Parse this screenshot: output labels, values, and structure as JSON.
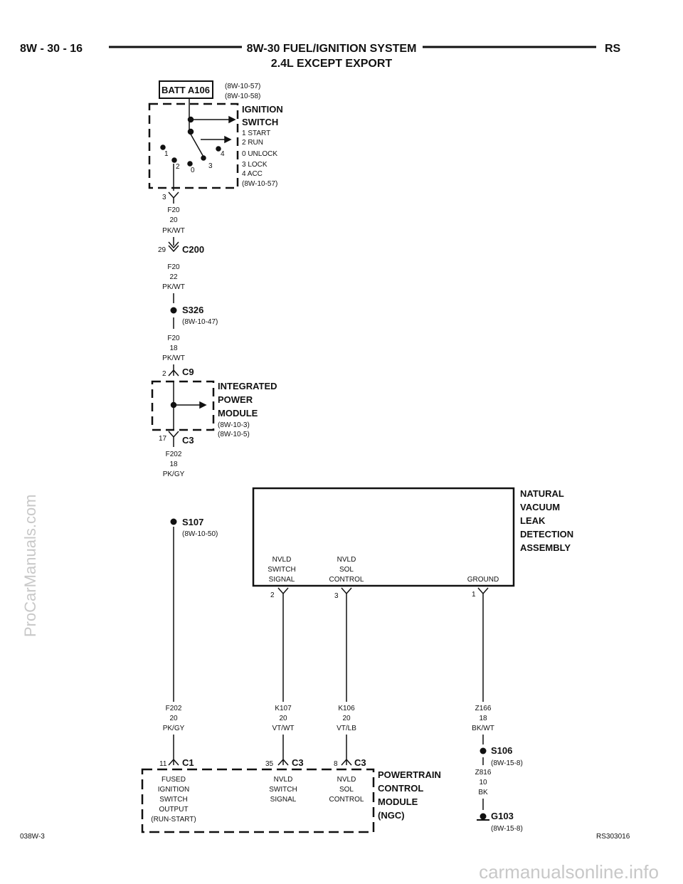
{
  "header": {
    "page_code": "8W - 30 - 16",
    "title": "8W-30 FUEL/IGNITION SYSTEM",
    "subtitle": "2.4L EXCEPT EXPORT",
    "model": "RS"
  },
  "battery": {
    "label": "BATT A106",
    "refs": [
      "(8W-10-57)",
      "(8W-10-58)"
    ]
  },
  "ignition_switch": {
    "title": [
      "IGNITION",
      "SWITCH"
    ],
    "positions": [
      "1 START",
      "2 RUN",
      "0 UNLOCK",
      "3 LOCK",
      "4 ACC"
    ],
    "ref": "(8W-10-57)",
    "pos_labels": [
      "1",
      "2",
      "0",
      "3",
      "4"
    ],
    "pin": "3"
  },
  "wire_f20_a": [
    "F20",
    "20",
    "PK/WT"
  ],
  "c200": {
    "pin": "29",
    "name": "C200"
  },
  "wire_f20_b": [
    "F20",
    "22",
    "PK/WT"
  ],
  "s326": {
    "name": "S326",
    "ref": "(8W-10-47)"
  },
  "wire_f20_c": [
    "F20",
    "18",
    "PK/WT"
  ],
  "c9": {
    "pin": "2",
    "name": "C9"
  },
  "ipm": {
    "title": [
      "INTEGRATED",
      "POWER",
      "MODULE"
    ],
    "refs": [
      "(8W-10-3)",
      "(8W-10-5)"
    ]
  },
  "c3_ipm": {
    "pin": "17",
    "name": "C3"
  },
  "wire_f202_a": [
    "F202",
    "18",
    "PK/GY"
  ],
  "s107": {
    "name": "S107",
    "ref": "(8W-10-50)"
  },
  "nvld": {
    "title": [
      "NATURAL",
      "VACUUM",
      "LEAK",
      "DETECTION",
      "ASSEMBLY"
    ],
    "switch_signal": [
      "NVLD",
      "SWITCH",
      "SIGNAL"
    ],
    "sol_control": [
      "NVLD",
      "SOL",
      "CONTROL"
    ],
    "ground": "GROUND",
    "pins": [
      "2",
      "3",
      "1"
    ]
  },
  "wire_f202_b": [
    "F202",
    "20",
    "PK/GY"
  ],
  "wire_k107": [
    "K107",
    "20",
    "VT/WT"
  ],
  "wire_k106": [
    "K106",
    "20",
    "VT/LB"
  ],
  "wire_z166": [
    "Z166",
    "18",
    "BK/WT"
  ],
  "s106": {
    "name": "S106",
    "ref": "(8W-15-8)"
  },
  "wire_z816": [
    "Z816",
    "10",
    "BK"
  ],
  "g103": {
    "name": "G103",
    "ref": "(8W-15-8)"
  },
  "pcm": {
    "title": [
      "POWERTRAIN",
      "CONTROL",
      "MODULE",
      "(NGC)"
    ],
    "c1": {
      "pin": "11",
      "name": "C1"
    },
    "c3a": {
      "pin": "35",
      "name": "C3"
    },
    "c3b": {
      "pin": "8",
      "name": "C3"
    },
    "fused": [
      "FUSED",
      "IGNITION",
      "SWITCH",
      "OUTPUT",
      "(RUN-START)"
    ],
    "switch_signal": [
      "NVLD",
      "SWITCH",
      "SIGNAL"
    ],
    "sol_control": [
      "NVLD",
      "SOL",
      "CONTROL"
    ]
  },
  "footer": {
    "left": "038W-3",
    "right": "RS303016"
  },
  "watermarks": {
    "left": "ProCarManuals.com",
    "bottom": "carmanualsonline.info"
  }
}
